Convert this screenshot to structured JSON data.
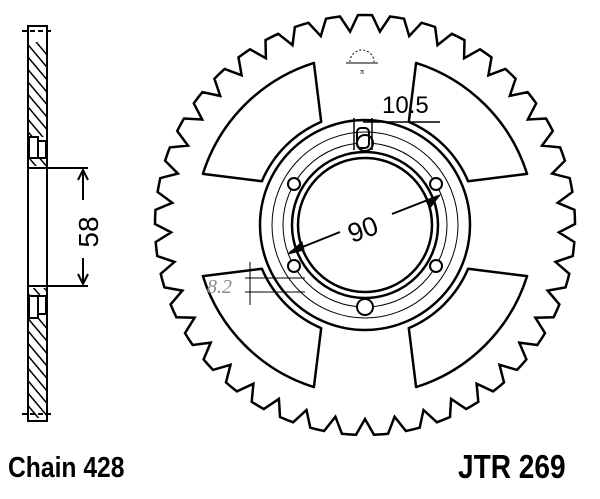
{
  "labels": {
    "chain": "Chain 428",
    "part_number": "JTR 269"
  },
  "dimensions": {
    "center_bore": "58",
    "bolt_circle": "90",
    "spacing": "10.5",
    "hole_diameter": "8.2"
  },
  "sprocket": {
    "teeth": 41
  },
  "colors": {
    "ink": "#000000",
    "hole_dim": "#8a8a8a"
  }
}
